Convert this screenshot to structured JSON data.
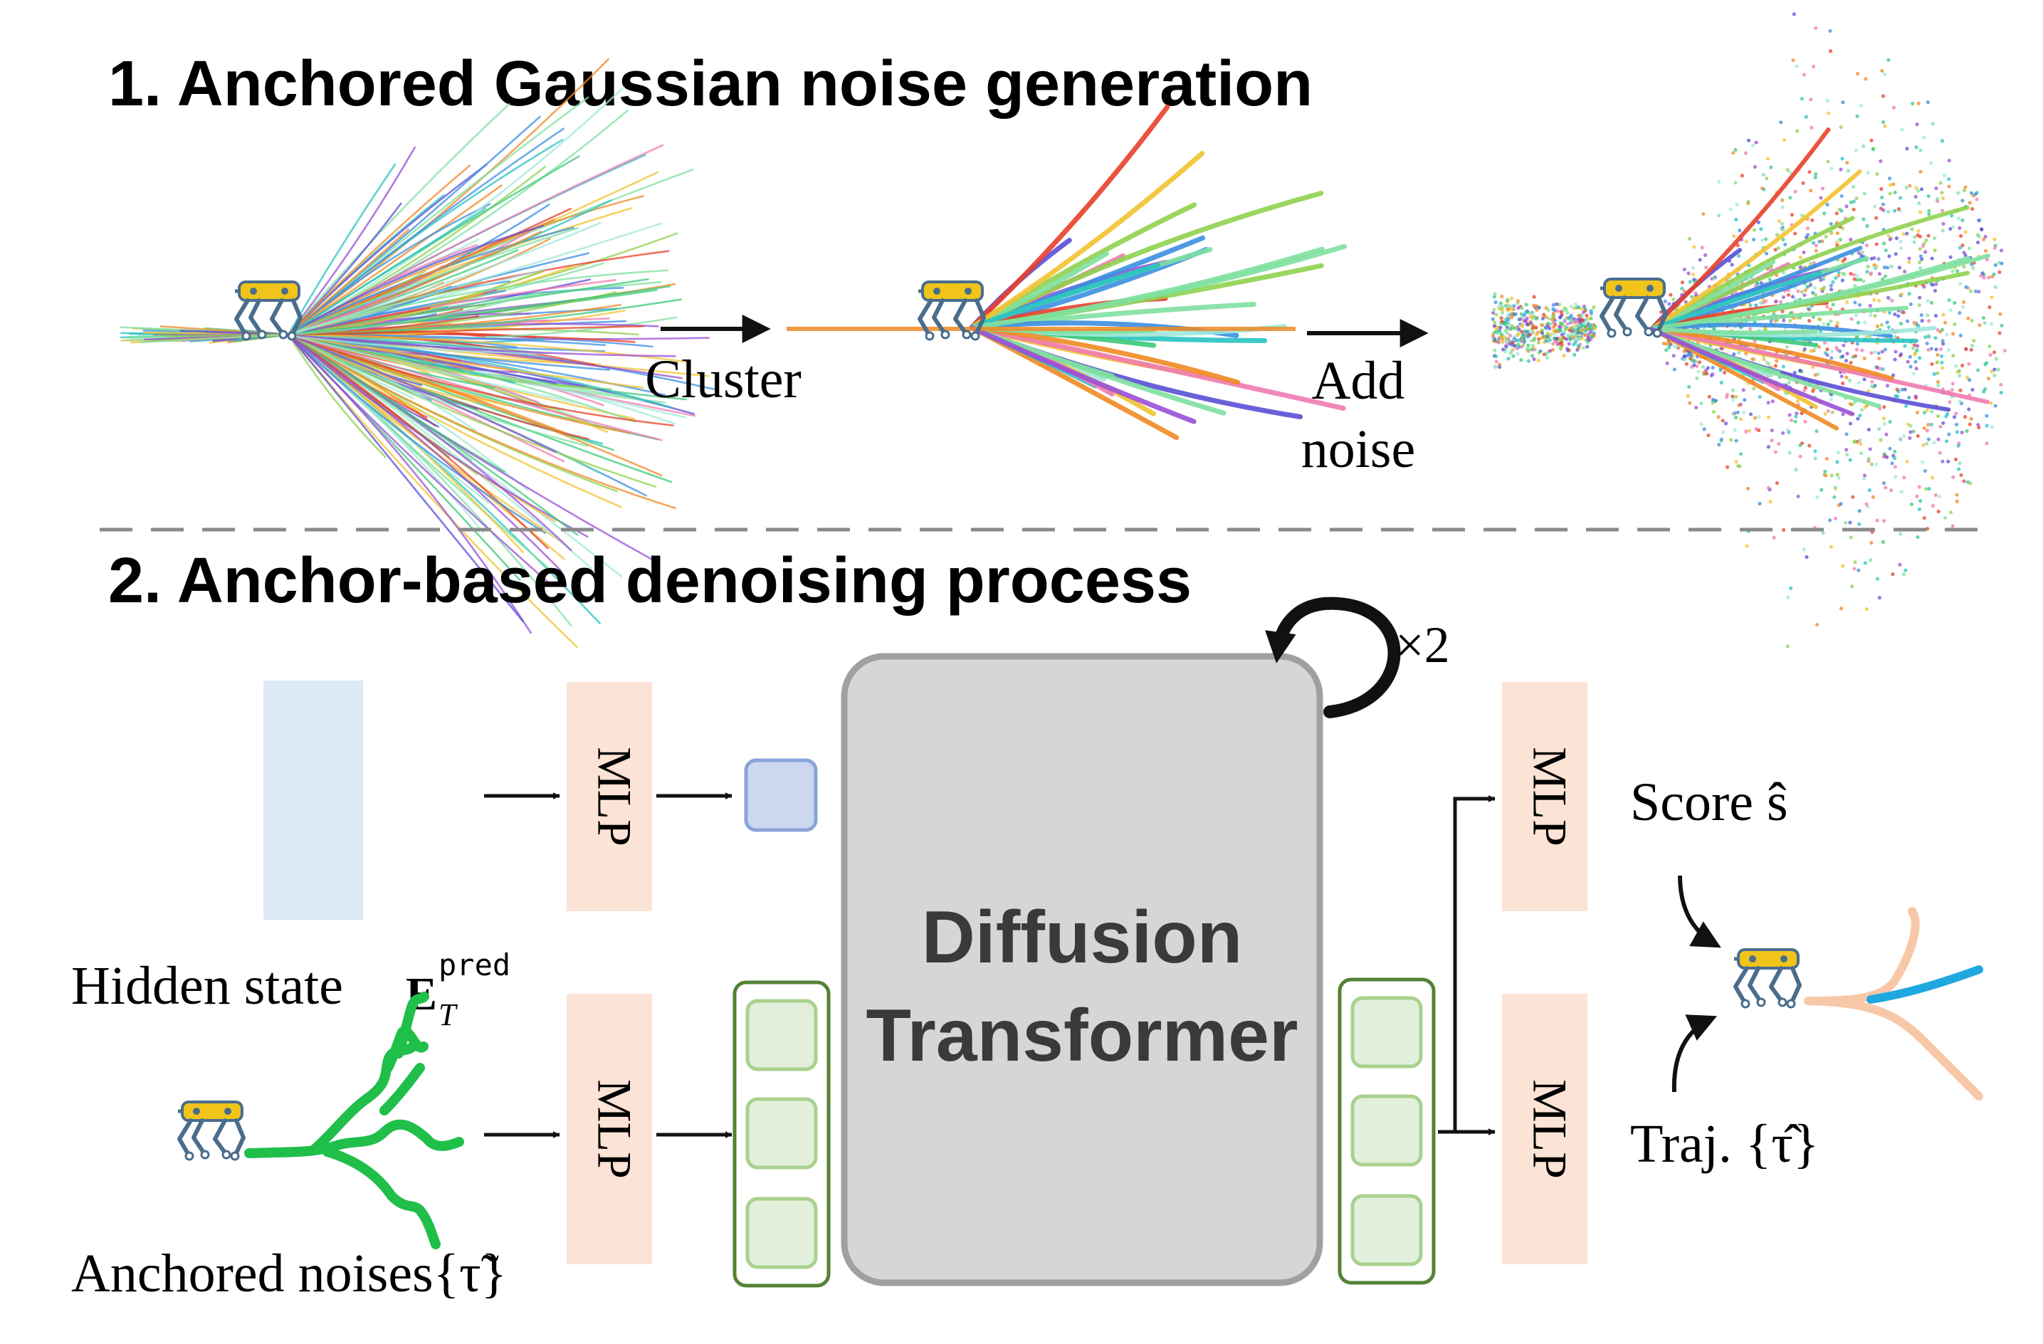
{
  "section1": {
    "title": "1. Anchored Gaussian noise generation"
  },
  "section2": {
    "title": "2. Anchor-based denoising process"
  },
  "labels": {
    "cluster": "Cluster",
    "add": "Add",
    "noise": "noise",
    "repeat": "×2",
    "mlp": "MLP",
    "hidden_state": "Hidden state",
    "hidden_sym_main": "E",
    "hidden_sym_sub": "T",
    "hidden_sym_sup": "pred",
    "anchored_noises": "Anchored noises{τ̃}",
    "score": "Score  ŝ",
    "traj": "Traj. {τ̂}"
  },
  "dit": {
    "line1": "Diffusion",
    "line2": "Transformer"
  },
  "colors": {
    "mlp_fill": "#fbe3d6",
    "dit_fill": "#d6d6d6",
    "dit_stroke": "#a0a0a0",
    "hidden_fill": "#dde9f6",
    "query_fill": "#ccd7f0",
    "query_stroke": "#8aa4d8",
    "token_fill": "#e2efda",
    "token_stroke": "#a9d18e",
    "token_group_stroke": "#548235",
    "green_traj": "#1fbf4a",
    "robot_body": "#f0c419",
    "robot_frame": "#4a6d8c",
    "peach_traj": "#f7c8a8",
    "blue_traj": "#1fa8e0"
  },
  "icons": [
    "robot-dog-icon",
    "loop-arrow-icon",
    "arrow-icon"
  ]
}
